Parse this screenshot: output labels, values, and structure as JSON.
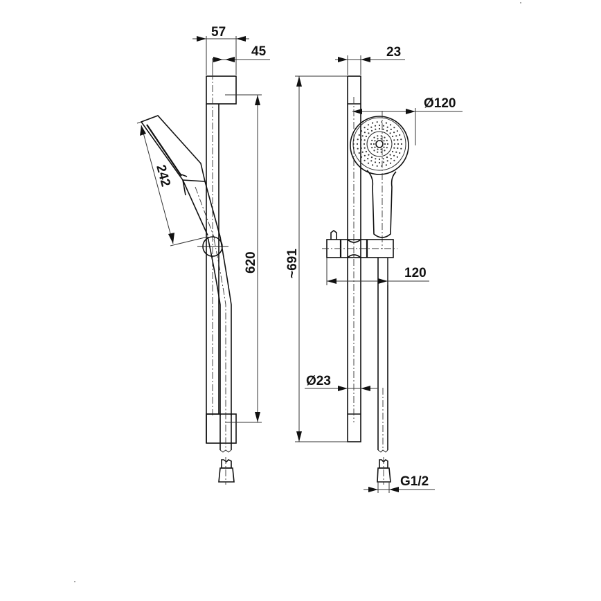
{
  "drawing": {
    "title": "Shower rail set technical drawing",
    "units": "mm",
    "background": "#ffffff",
    "line_color": "#111111"
  },
  "side_view": {
    "dimensions": {
      "bracket_width": "57",
      "rail_offset": "45",
      "hand_shower_length": "242",
      "rail_height": "620"
    }
  },
  "front_view": {
    "dimensions": {
      "rail_width": "23",
      "head_diameter": "Ø120",
      "overall_height": "~691",
      "slider_projection": "120",
      "rail_diameter": "Ø23",
      "connection_thread": "G1/2"
    }
  }
}
